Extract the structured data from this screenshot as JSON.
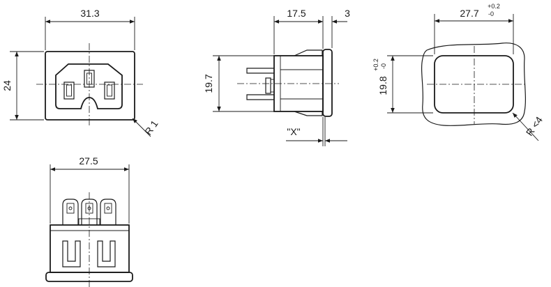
{
  "views": {
    "front": {
      "width": "31.3",
      "height": "24",
      "radius": "R 1"
    },
    "side": {
      "depth": "17.5",
      "flange": "3",
      "height": "19.7",
      "x_label": "\"X\""
    },
    "cutout": {
      "width": "27.7",
      "width_tol_upper": "+0.2",
      "width_tol_lower": "-0",
      "height": "19.8",
      "height_tol_upper": "+0.2",
      "height_tol_lower": "-0",
      "radius": "R <4"
    },
    "bottom": {
      "width": "27.5"
    }
  }
}
